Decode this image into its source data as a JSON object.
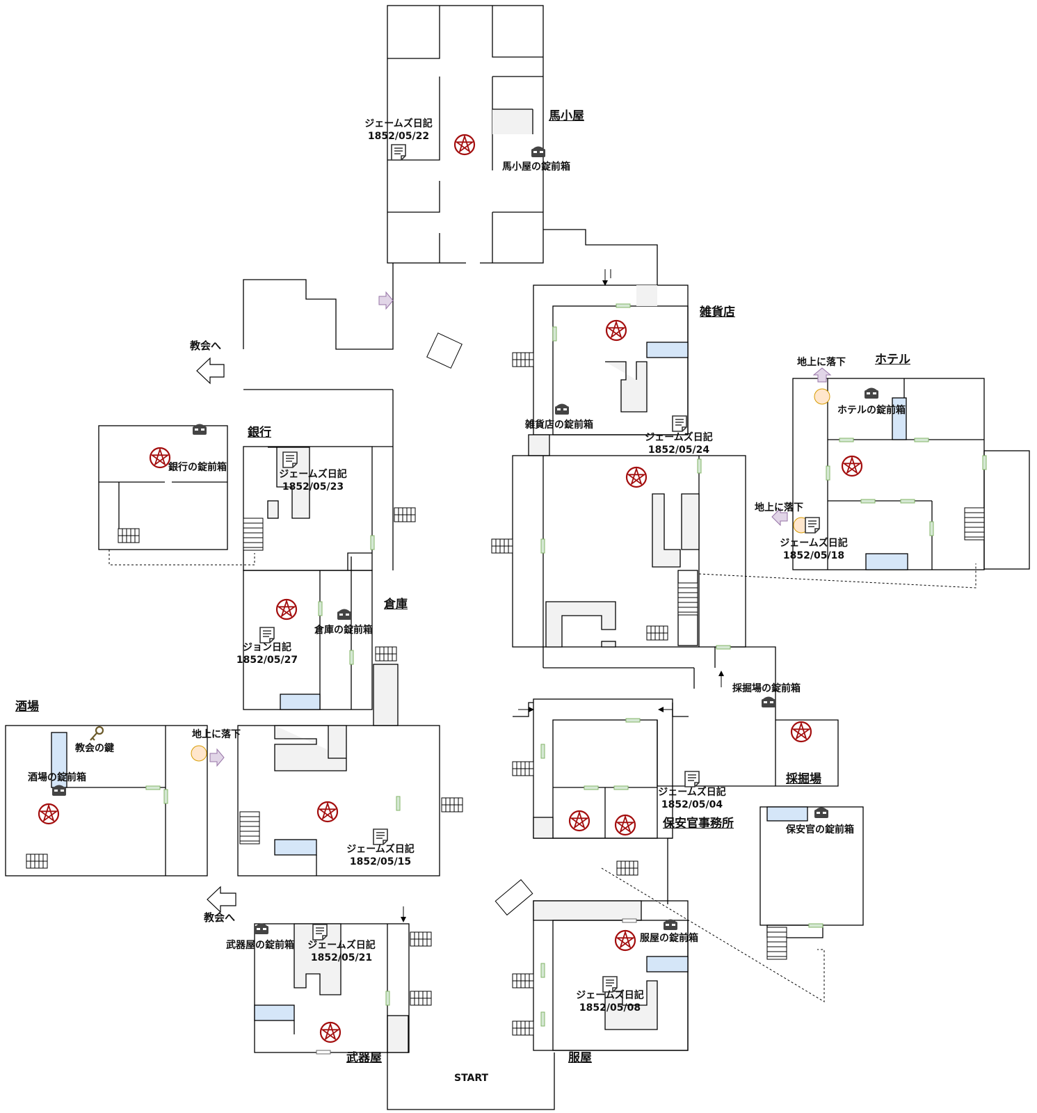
{
  "rooms": {
    "stable": "馬小屋",
    "general_store": "雑貨店",
    "hotel": "ホテル",
    "bank": "銀行",
    "warehouse": "倉庫",
    "tavern": "酒場",
    "mine": "採掘場",
    "sheriff": "保安官事務所",
    "armory": "武器屋",
    "tailor": "服屋"
  },
  "chests": {
    "stable": "馬小屋の錠前箱",
    "general_store": "雑貨店の錠前箱",
    "hotel": "ホテルの錠前箱",
    "bank": "銀行の錠前箱",
    "warehouse": "倉庫の錠前箱",
    "tavern": "酒場の錠前箱",
    "mine": "採掘場の錠前箱",
    "sheriff": "保安官の錠前箱",
    "armory": "武器屋の錠前箱",
    "tailor": "服屋の錠前箱"
  },
  "diaries": {
    "d0522": [
      "ジェームズ日記",
      "1852/05/22"
    ],
    "d0524": [
      "ジェームズ日記",
      "1852/05/24"
    ],
    "d0523": [
      "ジェームズ日記",
      "1852/05/23"
    ],
    "d0518": [
      "ジェームズ日記",
      "1852/05/18"
    ],
    "d0527": [
      "ジョン日記",
      "1852/05/27"
    ],
    "d0515": [
      "ジェームズ日記",
      "1852/05/15"
    ],
    "d0504": [
      "ジェームズ日記",
      "1852/05/04"
    ],
    "d0521": [
      "ジェームズ日記",
      "1852/05/21"
    ],
    "d0508": [
      "ジェームズ日記",
      "1852/05/08"
    ]
  },
  "labels": {
    "to_church": "教会へ",
    "fall_to_ground": "地上に落下",
    "church_key": "教会の鍵",
    "start": "START"
  },
  "colors": {
    "wall": "#000000",
    "counter": "#f2f2f2",
    "water": "#d5e6f8",
    "door": "#d5e8d4",
    "pentagram": "#a30d0d",
    "arrow_purple": "#e1d5e7",
    "orb": "#ffe6cc",
    "key": "#6b5a2a"
  },
  "icons": [
    "pentagram-icon",
    "lockbox-icon",
    "diary-icon",
    "key-icon",
    "stairs-icon",
    "arrow-left-icon",
    "arrow-right-icon",
    "arrow-up-icon",
    "orb-icon"
  ]
}
